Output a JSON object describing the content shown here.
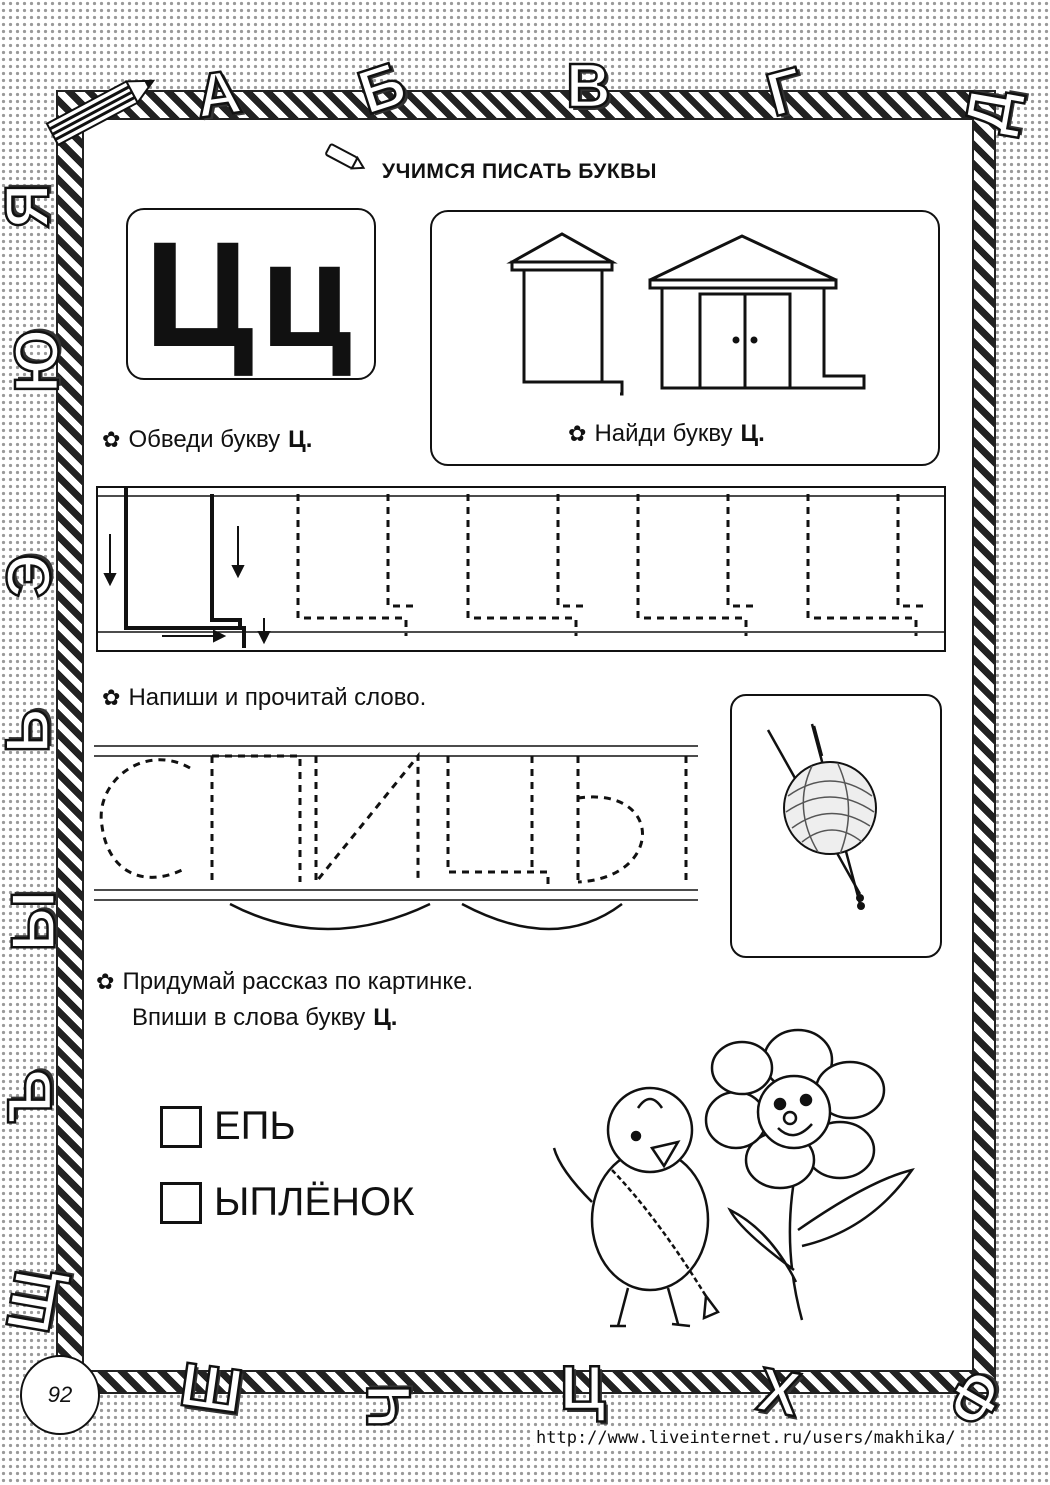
{
  "header": {
    "title": "УЧИМСЯ ПИСАТЬ БУКВЫ"
  },
  "letter_box": {
    "letters": "Цц"
  },
  "tasks": {
    "trace": {
      "text": "Обведи букву ",
      "letter": "Ц."
    },
    "find": {
      "text": "Найди букву ",
      "letter": "Ц."
    },
    "write_word": {
      "text": "Напиши и прочитай слово."
    },
    "story": {
      "line1": "Придумай рассказ по картинке.",
      "line2": "Впиши в слова букву ",
      "letter": "Ц."
    }
  },
  "words": [
    {
      "text": "ЕПЬ"
    },
    {
      "text": "ЫПЛЁНОК"
    }
  ],
  "border_letters": [
    "А",
    "Б",
    "В",
    "Г",
    "Д",
    "Я",
    "Ю",
    "Э",
    "Ь",
    "Ы",
    "Ъ",
    "Щ",
    "Ш",
    "Ч",
    "Ц",
    "Х",
    "Ф"
  ],
  "page_number": "92",
  "watermark": "http://www.liveinternet.ru/users/makhika/",
  "icons": [
    "pencil-icon",
    "flower-bullet-icon",
    "house-icon",
    "yarn-ball-icon",
    "chick-icon",
    "daisy-icon"
  ]
}
